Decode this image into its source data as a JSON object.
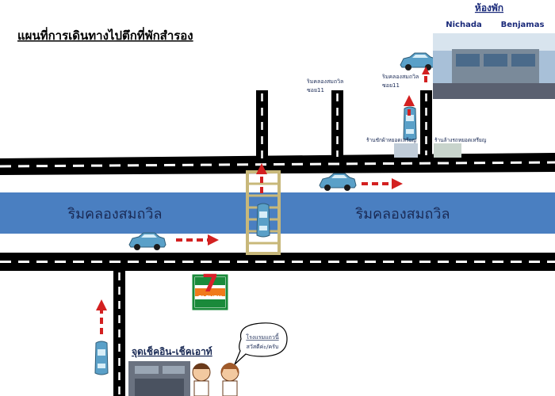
{
  "map": {
    "title": "แผนที่การเดินทางไปตึกที่พักสำรอง",
    "hotel_heading": "ห้องพัก",
    "building_left": "Nichada",
    "building_right": "Benjamas",
    "canal_label_left": "ริมคลองสมถวิล",
    "canal_label_right": "ริมคลองสมถวิล",
    "soi_left": [
      "ริมคลองสมถวิล",
      "ซอย11"
    ],
    "soi_right": [
      "ริมคลองสมถวิล",
      "ซอย11"
    ],
    "shop_left": "ร้านชักผ้าหยอดเหรียญ",
    "shop_right": "ร้านล้างรถหยอดเหรียญ",
    "store_name": "ELEVEN",
    "store_number": "7",
    "checkin_label": "จุดเช็คอิน-เช็คเอาท์",
    "speech": [
      "โรงแรมแถวนี้",
      "สวัสดีค่ะ/ครับ"
    ]
  },
  "colors": {
    "road": "#000000",
    "road_dash": "#ffffff",
    "canal": "#4a7fc1",
    "canal_text": "#1a2a55",
    "car": "#5aa0c8",
    "arrow": "#d32020",
    "bridge": "#c8b87a",
    "seven_green": "#1a8a3a",
    "seven_orange": "#f07a1a",
    "seven_red": "#d8202a"
  }
}
